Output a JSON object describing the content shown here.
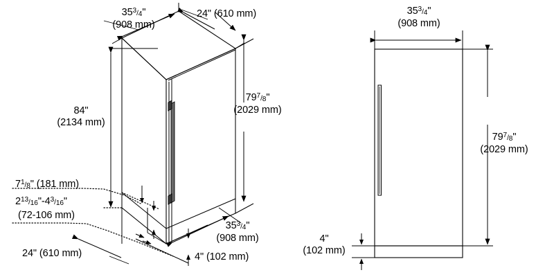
{
  "drawing": {
    "title": "Refrigerator installation dimension drawing",
    "units": "inches and millimeters",
    "stroke_color": "#000000",
    "background_color": "#ffffff",
    "views": [
      {
        "name": "isometric-view",
        "label": "Isometric three-quarter view"
      },
      {
        "name": "front-view",
        "label": "Front elevation view"
      }
    ]
  },
  "iso": {
    "width_top": {
      "imperial_whole": "35",
      "imperial_num": "3",
      "imperial_den": "4",
      "imperial_mark": "\"",
      "metric": "(908 mm)"
    },
    "depth_top": {
      "text": "24\" (610 mm)"
    },
    "height_overall": {
      "imperial": "84\"",
      "metric": "(2134 mm)"
    },
    "height_cabinet": {
      "imperial_whole": "79",
      "imperial_num": "7",
      "imperial_den": "8",
      "imperial_mark": "\"",
      "metric": "(2029 mm)"
    },
    "clearance_rear": {
      "imperial_whole": "7",
      "imperial_num": "1",
      "imperial_den": "8",
      "imperial_mark": "\"",
      "metric": "(181 mm)"
    },
    "toe_range": {
      "a_whole": "2",
      "a_num": "13",
      "a_den": "16",
      "a_mark": "\"",
      "dash": "-",
      "b_whole": "4",
      "b_num": "3",
      "b_den": "16",
      "b_mark": "\"",
      "metric": "(72-106 mm)"
    },
    "depth_base": {
      "text": "24\" (610 mm)"
    },
    "width_base": {
      "imperial_whole": "35",
      "imperial_num": "3",
      "imperial_den": "4",
      "imperial_mark": "\"",
      "metric": "(908 mm)"
    },
    "base_height": {
      "text": "4\" (102 mm)"
    }
  },
  "front": {
    "width": {
      "imperial_whole": "35",
      "imperial_num": "3",
      "imperial_den": "4",
      "imperial_mark": "\"",
      "metric": "(908 mm)"
    },
    "height": {
      "imperial_whole": "79",
      "imperial_num": "7",
      "imperial_den": "8",
      "imperial_mark": "\"",
      "metric": "(2029 mm)"
    },
    "base_height": {
      "imperial": "4\"",
      "metric": "(102 mm)"
    }
  }
}
